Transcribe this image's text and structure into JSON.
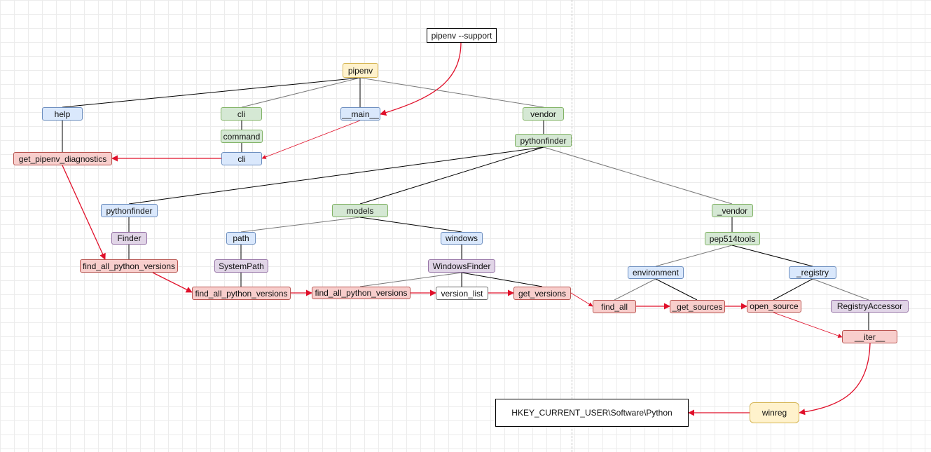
{
  "nodes": {
    "support": "pipenv --support",
    "pipenv": "pipenv",
    "help": "help",
    "cli_top": "cli",
    "main": "__main__",
    "vendor": "vendor",
    "command": "command",
    "cli_bottom": "cli",
    "get_pipenv_diagnostics": "get_pipenv_diagnostics",
    "pythonfinder_vendor": "pythonfinder",
    "pythonfinder_pkg": "pythonfinder",
    "models": "models",
    "vendor_sub": "_vendor",
    "finder": "Finder",
    "path": "path",
    "windows": "windows",
    "pep514tools": "pep514tools",
    "find_all_1": "find_all_python_versions",
    "systempath": "SystemPath",
    "windowsfinder": "WindowsFinder",
    "environment": "environment",
    "registry": "_registry",
    "find_all_2": "find_all_python_versions",
    "find_all_3": "find_all_python_versions",
    "version_list": "version_list",
    "get_versions": "get_versions",
    "find_all": "find_all",
    "get_sources": "_get_sources",
    "open_source": "open_source",
    "registryaccessor": "RegistryAccessor",
    "iter": "__iter__",
    "winreg": "winreg",
    "hkcu": "HKEY_CURRENT_USER\\Software\\Python"
  },
  "colors": {
    "tree_line": "#000000",
    "call_arrow": "#e0102a",
    "yellow": "#fff2cc",
    "blue": "#dae8fc",
    "green": "#d5e8d4",
    "purple": "#e1d5e7",
    "red": "#f8cecc"
  }
}
